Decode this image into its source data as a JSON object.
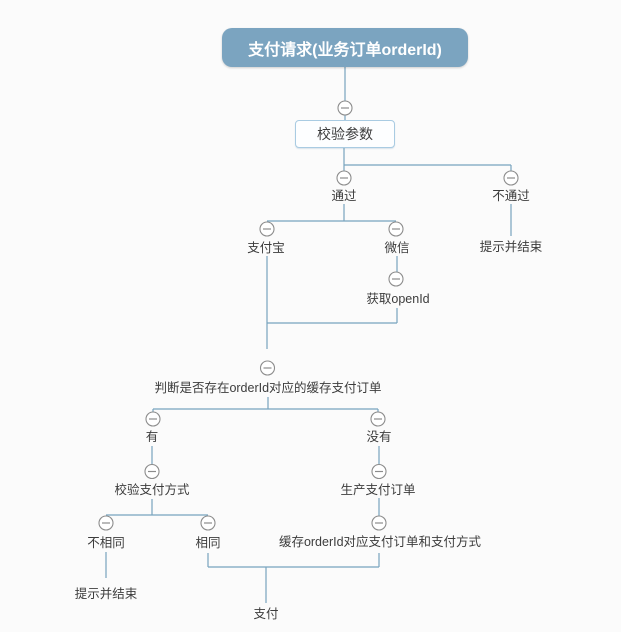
{
  "diagram": {
    "title": "支付请求(业务订单orderId)",
    "nodes": {
      "root": "支付请求(业务订单orderId)",
      "check_params": "校验参数",
      "pass": "通过",
      "fail": "不通过",
      "fail_end": "提示并结束",
      "alipay": "支付宝",
      "wechat": "微信",
      "get_openid": "获取openId",
      "judge_cache": "判断是否存在orderId对应的缓存支付订单",
      "has": "有",
      "has_none": "没有",
      "verify_method": "校验支付方式",
      "create_order": "生产支付订单",
      "not_same": "不相同",
      "same": "相同",
      "cache_order": "缓存orderId对应支付订单和支付方式",
      "not_same_end": "提示并结束",
      "pay": "支付"
    },
    "icons": {
      "collapse": "minus-circle"
    },
    "colors": {
      "root_bg": "#7BA4C0",
      "root_text": "#FFFFFF",
      "box_border": "#A9CBE2",
      "box_bg": "#FDFEFF",
      "line": "#77A4BE",
      "collapse": "#8C8C8C",
      "text": "#3C3C3C",
      "background": "#FBFBFB"
    }
  }
}
